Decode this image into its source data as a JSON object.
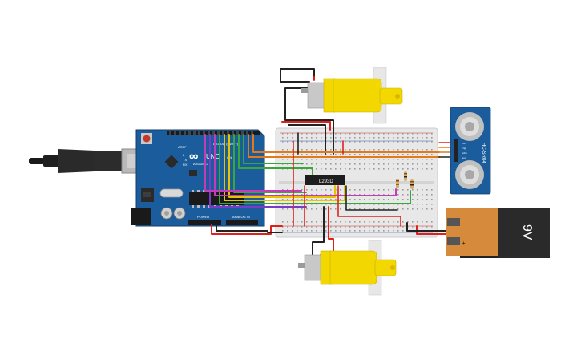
{
  "arduino": {
    "brand": "ARDUINO",
    "model": "UNO",
    "digital_label": "DIGITAL (PWM~)",
    "power_label": "POWER",
    "analog_label": "ANALOG IN",
    "pin_tx": "TX",
    "pin_rx": "RX",
    "pin_l": "L",
    "pin_on": "ON",
    "pin_gnd": "GND",
    "pin_aref": "AREF",
    "logo_symbol": "∞"
  },
  "driver_ic": {
    "label": "L293D"
  },
  "ultrasonic_sensor": {
    "label": "HC-SR04",
    "pins": [
      "Vcc",
      "Trig",
      "Echo",
      "Gnd"
    ]
  },
  "battery": {
    "label": "9V",
    "plus": "+",
    "minus": "−"
  },
  "colors": {
    "arduino_board": "#1b5d9c",
    "breadboard": "#e8e8e8",
    "motor_body": "#f3d700",
    "wire_red": "#e0201b",
    "wire_black": "#222222",
    "wire_green": "#3aa838",
    "wire_yellow": "#e8c300",
    "wire_orange": "#e07a1a",
    "wire_magenta": "#c43bb6",
    "wire_purple": "#7a3cc4",
    "battery_body": "#d68a3c",
    "battery_cap": "#333333"
  }
}
